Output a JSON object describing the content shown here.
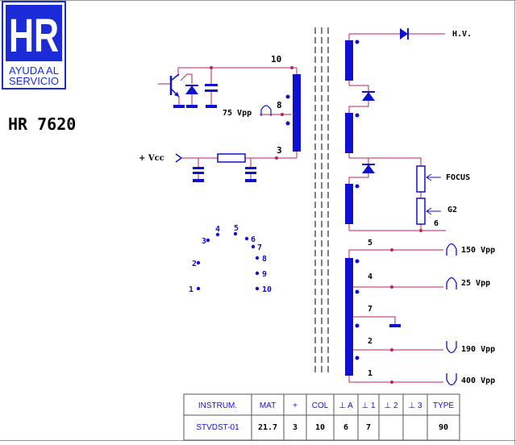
{
  "logo": {
    "letters": "HR",
    "line1": "AYUDA AL",
    "line2": "SERVICIO"
  },
  "model": "HR 7620",
  "primary": {
    "pins": {
      "p10": "10",
      "p8": "8",
      "p3": "3"
    },
    "vpp_label": "75 Vpp",
    "vcc_label": "+ Vcc"
  },
  "secondary": {
    "hv_label": "H.V.",
    "focus_label": "FOCUS",
    "g2_label": "G2",
    "pin6": "6"
  },
  "winding": {
    "pins": {
      "p5": "5",
      "p4": "4",
      "p7": "7",
      "p2": "2",
      "p1": "1"
    },
    "outputs": {
      "v150": "150 Vpp",
      "v25": "25 Vpp",
      "v190": "190 Vpp",
      "v400": "400 Vpp"
    }
  },
  "pinout": [
    "1",
    "2",
    "3",
    "4",
    "5",
    "6",
    "7",
    "8",
    "9",
    "10"
  ],
  "colors": {
    "wire": "#c02050",
    "component": "#1010d0",
    "grid_line": "#8a8a8a"
  },
  "table": {
    "headers": [
      "INSTRUM.",
      "MAT",
      "+",
      "COL",
      "⊥ A",
      "⊥ 1",
      "⊥ 2",
      "⊥ 3",
      "TYPE"
    ],
    "values": [
      "STVDST-01",
      "21.7",
      "3",
      "10",
      "6",
      "7",
      "",
      "",
      "90"
    ]
  }
}
